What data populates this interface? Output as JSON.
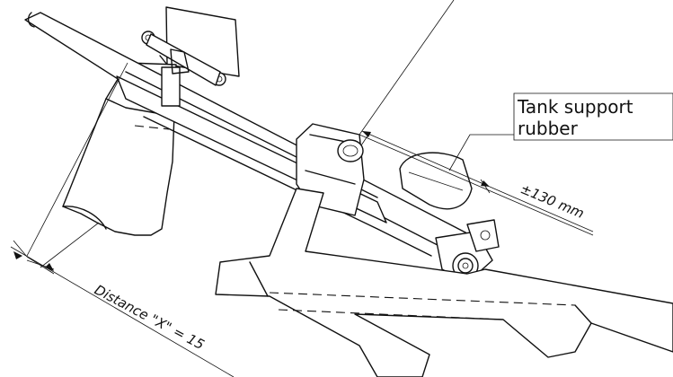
{
  "callout": {
    "line1": "Tank support",
    "line2": "rubber"
  },
  "dimensions": {
    "offset": "±130 mm",
    "distance": "Distance \"X\" = 15"
  },
  "colors": {
    "ink": "#111111",
    "paper": "#ffffff"
  }
}
